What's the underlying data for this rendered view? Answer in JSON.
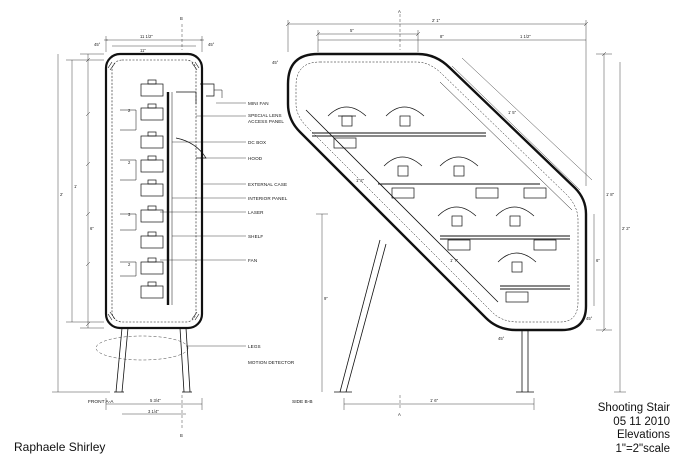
{
  "callouts": [
    "MINI FAN",
    "SPECIAL LENS",
    "ACCESS PANEL",
    "DC BOX",
    "HOOD",
    "EXTERNAL CASE",
    "INTERIOR PANEL",
    "LASER",
    "SHELF",
    "FAN",
    "LEGS",
    "MOTION DETECTOR"
  ],
  "views": {
    "front": "FRONT A-A",
    "side": "SIDE B-B",
    "section_a": "A",
    "section_b": "B"
  },
  "title_block": {
    "title": "Shooting Stair",
    "date": "05 11 2010",
    "subtitle": "Elevations",
    "scale": "1\"=2\"scale"
  },
  "author": "Raphaele Shirley"
}
